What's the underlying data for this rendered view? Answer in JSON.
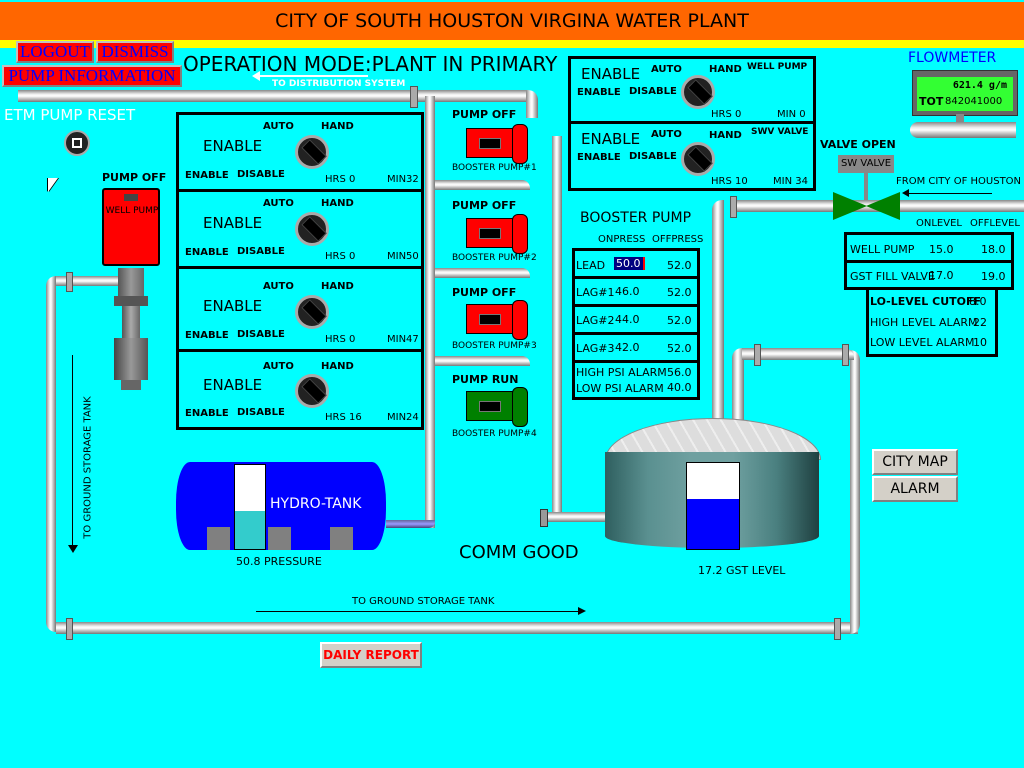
{
  "header": {
    "title": "CITY OF SOUTH HOUSTON VIRGINA WATER PLANT"
  },
  "colors": {
    "title_bg": "#ff6600",
    "accent_bar": "#ffff00",
    "background": "#00ffff",
    "pump_off": "#ff0000",
    "pump_run": "#008000"
  },
  "buttons": {
    "logout": "LOGOUT",
    "dismiss": "DISMISS",
    "pump_information": "PUMP INFORMATION",
    "city_map": "CITY MAP",
    "alarm": "ALARM",
    "daily_report": "DAILY REPORT"
  },
  "operation_mode": "OPERATION MODE:PLANT IN PRIMARY",
  "labels": {
    "to_distribution": "TO DISTRIBUTION SYSTEM",
    "etm_pump_reset": "ETM PUMP RESET",
    "to_ground_storage_vertical": "TO GROUND STORAGE TANK",
    "to_ground_storage_horizontal": "TO GROUND STORAGE TANK",
    "from_city": "FROM CITY OF HOUSTON",
    "comm_status": "COMM GOOD"
  },
  "well_pump": {
    "status": "PUMP OFF",
    "name": "WELL PUMP"
  },
  "booster_panels": [
    {
      "state": "ENABLE",
      "auto": "AUTO",
      "hand": "HAND",
      "enable": "ENABLE",
      "disable": "DISABLE",
      "hrs": "HRS 0",
      "min": "MIN32"
    },
    {
      "state": "ENABLE",
      "auto": "AUTO",
      "hand": "HAND",
      "enable": "ENABLE",
      "disable": "DISABLE",
      "hrs": "HRS 0",
      "min": "MIN50"
    },
    {
      "state": "ENABLE",
      "auto": "AUTO",
      "hand": "HAND",
      "enable": "ENABLE",
      "disable": "DISABLE",
      "hrs": "HRS 0",
      "min": "MIN47"
    },
    {
      "state": "ENABLE",
      "auto": "AUTO",
      "hand": "HAND",
      "enable": "ENABLE",
      "disable": "DISABLE",
      "hrs": "HRS 16",
      "min": "MIN24"
    }
  ],
  "booster_pumps": [
    {
      "status": "PUMP OFF",
      "name": "BOOSTER PUMP#1",
      "color": "#ff0000"
    },
    {
      "status": "PUMP OFF",
      "name": "BOOSTER PUMP#2",
      "color": "#ff0000"
    },
    {
      "status": "PUMP OFF",
      "name": "BOOSTER PUMP#3",
      "color": "#ff0000"
    },
    {
      "status": "PUMP RUN",
      "name": "BOOSTER PUMP#4",
      "color": "#008000"
    }
  ],
  "right_panels": [
    {
      "state": "ENABLE",
      "auto": "AUTO",
      "hand": "HAND",
      "title": "WELL PUMP",
      "enable": "ENABLE",
      "disable": "DISABLE",
      "hrs": "HRS 0",
      "min": "MIN 0"
    },
    {
      "state": "ENABLE",
      "auto": "AUTO",
      "hand": "HAND",
      "title": "SWV VALVE",
      "enable": "ENABLE",
      "disable": "DISABLE",
      "hrs": "HRS 10",
      "min": "MIN 34"
    }
  ],
  "flowmeter": {
    "title": "FLOWMETER",
    "rate": "621.4 g/m",
    "tot_label": "TOT",
    "total": "842041000"
  },
  "valve": {
    "status": "VALVE OPEN",
    "name": "SW VALVE"
  },
  "booster_setpoints": {
    "title": "BOOSTER PUMP",
    "col_on": "ONPRESS",
    "col_off": "OFFPRESS",
    "rows": [
      {
        "label": "LEAD",
        "on": "50.0",
        "off": "52.0"
      },
      {
        "label": "LAG#1",
        "on": "46.0",
        "off": "52.0"
      },
      {
        "label": "LAG#2",
        "on": "44.0",
        "off": "52.0"
      },
      {
        "label": "LAG#3",
        "on": "42.0",
        "off": "52.0"
      }
    ],
    "high_psi_label": "HIGH PSI ALARM",
    "high_psi": "56.0",
    "low_psi_label": "LOW PSI ALARM",
    "low_psi": "40.0"
  },
  "level_setpoints": {
    "col_on": "ONLEVEL",
    "col_off": "OFFLEVEL",
    "rows": [
      {
        "label": "WELL PUMP",
        "on": "15.0",
        "off": "18.0"
      },
      {
        "label": "GST FILL VALVE",
        "on": "17.0",
        "off": "19.0"
      }
    ],
    "lo_cutoff_label": "LO-LEVEL CUTOFF",
    "lo_cutoff": "8.0",
    "high_alarm_label": "HIGH LEVEL ALARM",
    "high_alarm": "22",
    "low_alarm_label": "LOW LEVEL ALARM",
    "low_alarm": "10"
  },
  "hydro_tank": {
    "name": "HYDRO-TANK",
    "pressure_text": "50.8 PRESSURE",
    "fill_fraction": 0.45
  },
  "gst": {
    "level_text": "17.2  GST LEVEL",
    "fill_fraction": 0.58
  }
}
